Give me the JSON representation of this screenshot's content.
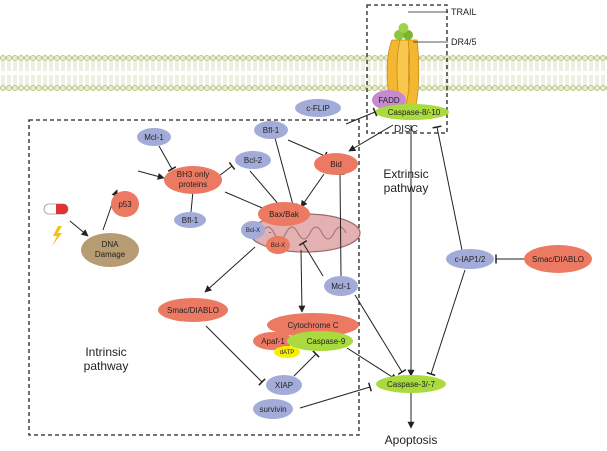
{
  "receptor": {
    "ligand": "TRAIL",
    "receptor": "DR4/5",
    "fadd": "FADD",
    "caspase8": "Caspase-8/-10",
    "disc": "DISC"
  },
  "nodes": {
    "cflip": "c-FLIP",
    "mcl1_top": "Mcl-1",
    "bfl1_top": "Bfl-1",
    "bh3_line1": "BH3 only",
    "bh3_line2": "proteins",
    "bcl2": "Bcl-2",
    "bid": "Bid",
    "p53": "p53",
    "bfl1_lower": "Bfl-1",
    "dna_line1": "DNA",
    "dna_line2": "Damage",
    "baxbak": "Bax/Bak",
    "bclx_a": "Bcl-X",
    "bclx_b": "Bcl-X",
    "mcl1_mid": "Mcl-1",
    "smac_left": "Smac/DIABLO",
    "cytc": "Cytochrome C",
    "apaf1": "Apaf-1",
    "casp9": "Caspase-9",
    "datp": "dATP",
    "xiap": "XIAP",
    "survivin": "survivin",
    "casp37": "Caspase-3/-7",
    "ciap": "c-IAP1/2",
    "smac_right": "Smac/DIABLO"
  },
  "labels": {
    "extrinsic_line1": "Extrinsic",
    "extrinsic_line2": "pathway",
    "intrinsic_line1": "Intrinsic",
    "intrinsic_line2": "pathway",
    "apoptosis": "Apoptosis"
  },
  "colors": {
    "blue_node": "#a3acd9",
    "red_node": "#ec7a62",
    "green_node": "#a9da3e",
    "brown_node": "#b79b72",
    "purple_node": "#c68ad2",
    "yellow_node": "#f6f000",
    "receptor": "#f4b731",
    "ligand": "#8cc63f",
    "membrane": "#c8d887",
    "mito": "#e3b1b1"
  }
}
